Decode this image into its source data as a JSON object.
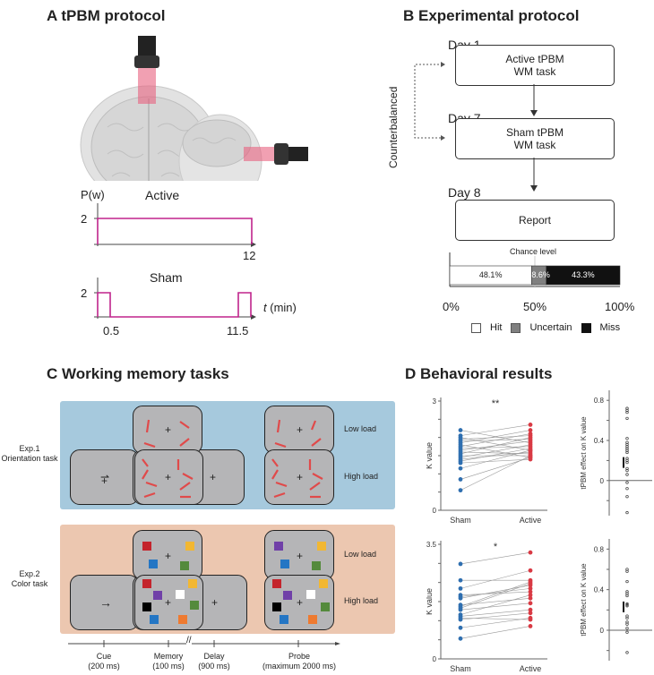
{
  "panel_a": {
    "title": "A tPBM protocol",
    "active_label": "Active",
    "sham_label": "Sham",
    "y_axis_label": "P(w)",
    "x_axis_label_italic": "t",
    "x_axis_label_unit": "(min)",
    "power_tick": "2",
    "active_end_tick": "12",
    "sham_tick_start": "0.5",
    "sham_tick_end": "11.5",
    "laser_color": "#e8607e",
    "trace_color": "#c0248c"
  },
  "panel_b": {
    "title": "B Experimental protocol",
    "side_label": "Counterbalanced",
    "days": [
      {
        "day": "Day 1",
        "line1": "Active tPBM",
        "line2": "WM task"
      },
      {
        "day": "Day 7",
        "line1": "Sham tPBM",
        "line2": "WM task"
      },
      {
        "day": "Day 8",
        "line1": "Report",
        "line2": ""
      }
    ],
    "chance_label": "Chance level",
    "bar": [
      {
        "name": "Hit",
        "value": 48.1,
        "label": "48.1%",
        "color": "#ffffff"
      },
      {
        "name": "Uncertain",
        "value": 8.6,
        "label": "8.6%",
        "color": "#808080"
      },
      {
        "name": "Miss",
        "value": 43.3,
        "label": "43.3%",
        "color": "#111111"
      }
    ],
    "axis_ticks": [
      "0%",
      "50%",
      "100%"
    ],
    "legend": [
      "Hit",
      "Uncertain",
      "Miss"
    ]
  },
  "panel_c": {
    "title": "C Working memory tasks",
    "exp1_line1": "Exp.1",
    "exp1_line2": "Orientation task",
    "exp2_line1": "Exp.2",
    "exp2_line2": "Color task",
    "low_load": "Low load",
    "high_load": "High load",
    "exp1_bg": "#a6c9dd",
    "exp2_bg": "#ecc7b0",
    "fixation": "+",
    "timeline": [
      {
        "phase": "Cue",
        "duration": "(200 ms)"
      },
      {
        "phase": "Memory",
        "duration": "(100 ms)"
      },
      {
        "phase": "Delay",
        "duration": "(900 ms)"
      },
      {
        "phase": "Probe",
        "duration": "(maximum 2000 ms)"
      }
    ],
    "break_mark": "//",
    "colors": {
      "red": "#c4242c",
      "yellow": "#f2b732",
      "blue": "#2476c4",
      "green": "#548a3c",
      "purple": "#7040a8",
      "white": "#ffffff",
      "black": "#000000",
      "orange": "#ee7a30"
    }
  },
  "chart_data": [
    {
      "type": "scatter",
      "title": "D Behavioral results",
      "subtitle": "Exp.1 orientation task – paired K values",
      "categories": [
        "Sham",
        "Active"
      ],
      "ylabel": "K value",
      "ylim": [
        0,
        3
      ],
      "yticks": [
        "0",
        "3"
      ],
      "significance": "**",
      "series": [
        {
          "name": "Sham",
          "color": "#2f6fb0",
          "values": [
            2.2,
            2.05,
            2.0,
            1.95,
            1.9,
            1.85,
            1.8,
            1.75,
            1.7,
            1.65,
            1.6,
            1.55,
            1.5,
            1.45,
            1.4,
            1.35,
            1.3,
            1.15,
            0.85,
            0.55
          ]
        },
        {
          "name": "Active",
          "color": "#d93a44",
          "values": [
            1.85,
            2.35,
            1.65,
            2.05,
            1.95,
            2.2,
            1.45,
            2.1,
            1.75,
            1.9,
            1.55,
            2.0,
            1.5,
            1.8,
            1.6,
            1.7,
            1.4,
            1.65,
            1.45,
            1.5
          ]
        }
      ]
    },
    {
      "type": "scatter",
      "title": "tPBM effect, Exp.1",
      "ylabel": "tPBM effect on K value",
      "ylim": [
        -0.35,
        0.9
      ],
      "yticks": [
        "0",
        "0.4",
        "0.8"
      ],
      "values": [
        0.72,
        0.7,
        0.68,
        0.62,
        0.42,
        0.38,
        0.36,
        0.34,
        0.32,
        0.3,
        0.28,
        0.22,
        0.2,
        0.18,
        0.12,
        0.1,
        0.06,
        -0.02,
        -0.08,
        -0.16,
        -0.32
      ],
      "mean": 0.18
    },
    {
      "type": "scatter",
      "title": "Exp.2 color task – paired K values",
      "categories": [
        "Sham",
        "Active"
      ],
      "ylabel": "K value",
      "ylim": [
        0,
        3.5
      ],
      "yticks": [
        "0",
        "3.5"
      ],
      "significance": "*",
      "series": [
        {
          "name": "Sham",
          "color": "#2f6fb0",
          "values": [
            2.9,
            2.4,
            2.15,
            1.95,
            1.9,
            1.85,
            1.65,
            1.6,
            1.55,
            1.5,
            1.35,
            1.3,
            1.25,
            1.2,
            0.95,
            0.62
          ]
        },
        {
          "name": "Active",
          "color": "#d93a44",
          "values": [
            3.25,
            2.4,
            2.7,
            2.05,
            2.15,
            2.25,
            1.85,
            2.35,
            2.3,
            1.7,
            1.95,
            1.5,
            1.2,
            1.4,
            1.25,
            1.0
          ]
        }
      ]
    },
    {
      "type": "scatter",
      "title": "tPBM effect, Exp.2",
      "ylabel": "tPBM effect on K value",
      "ylim": [
        -0.3,
        0.9
      ],
      "yticks": [
        "0",
        "0.4",
        "0.8"
      ],
      "values": [
        0.6,
        0.58,
        0.48,
        0.38,
        0.36,
        0.34,
        0.26,
        0.25,
        0.24,
        0.14,
        0.12,
        0.08,
        0.06,
        0.02,
        -0.02,
        -0.22
      ],
      "mean": 0.23
    }
  ]
}
